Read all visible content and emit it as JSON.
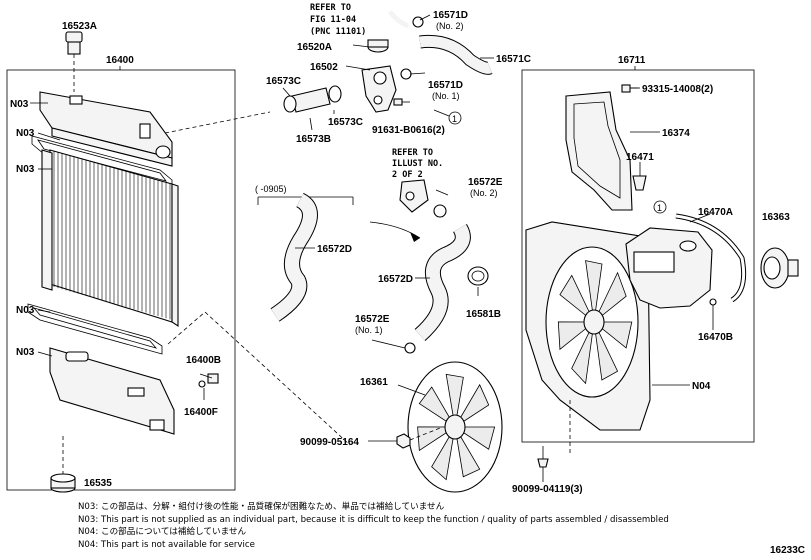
{
  "labels": {
    "p16523A": "16523A",
    "p16400": "16400",
    "n03_a": "N03",
    "n03_b": "N03",
    "n03_c": "N03",
    "n03_d": "N03",
    "n03_e": "N03",
    "p16400B": "16400B",
    "p16400F": "16400F",
    "p16535": "16535",
    "refer1_l1": "REFER TO",
    "refer1_l2": "FIG 11-04",
    "refer1_l3": "(PNC 11101)",
    "p16571D_top": "16571D",
    "p16571D_top_q": "(No. 2)",
    "p16520A": "16520A",
    "p16571C": "16571C",
    "p16502": "16502",
    "p16571D_mid": "16571D",
    "p16571D_mid_q": "(No. 1)",
    "p16573C_a": "16573C",
    "p16573C_b": "16573C",
    "p16573B": "16573B",
    "p91631": "91631-B0616(2)",
    "refer2_l1": "REFER TO",
    "refer2_l2": "ILLUST NO.",
    "refer2_l3": "2 OF 2",
    "p16572E_top": "16572E",
    "p16572E_top_q": "(No. 2)",
    "range_0905": "( -0905)",
    "p16572D_a": "16572D",
    "p16572D_b": "16572D",
    "p16581B": "16581B",
    "p16572E_low": "16572E",
    "p16572E_low_q": "(No. 1)",
    "p16361": "16361",
    "p90099_05164": "90099-05164",
    "p16711": "16711",
    "p93315": "93315-14008(2)",
    "p16374": "16374",
    "p16471": "16471",
    "p16470A": "16470A",
    "p16363": "16363",
    "p16470B": "16470B",
    "n04": "N04",
    "p90099_04119": "90099-04119(3)",
    "callout_1": "1"
  },
  "notes": [
    "N03: この部品は、分解・組付け後の性能・品質確保が困難なため、単品では補給していません",
    "N03: This part is not supplied as an individual part, because it is difficult to keep the function / quality of parts assembled / disassembled",
    "N04: この部品については補給していません",
    "N04: This part is not available for service"
  ],
  "diagram_code": "16233C"
}
